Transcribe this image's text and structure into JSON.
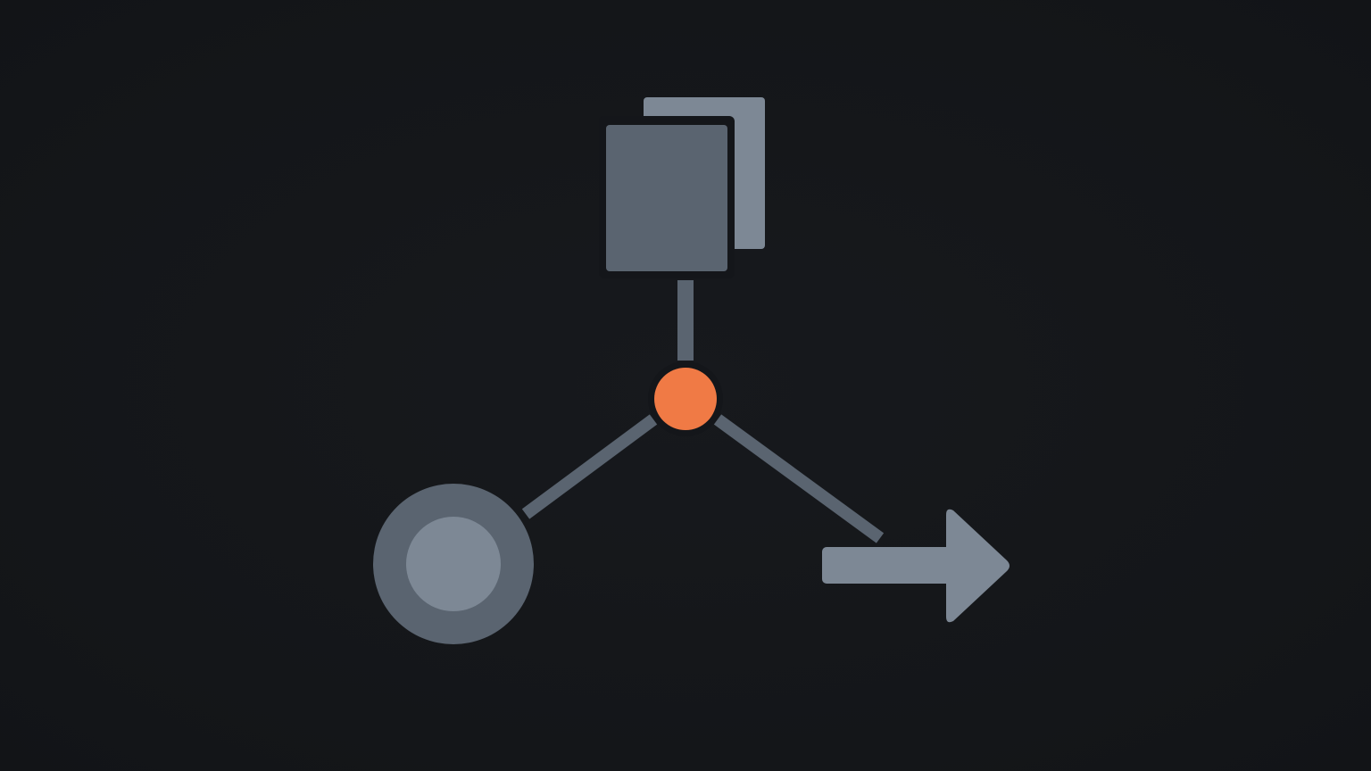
{
  "diagram": {
    "background_color": "#14161a",
    "nodes": [
      {
        "id": "documents",
        "icon": "stacked-documents-icon",
        "colors": {
          "front": "#5a6470",
          "back": "#7d8895"
        }
      },
      {
        "id": "hub",
        "icon": "hub-node-icon",
        "colors": {
          "fill": "#f07a45"
        }
      },
      {
        "id": "ring",
        "icon": "ring-circle-icon",
        "colors": {
          "outer": "#5a6470",
          "inner": "#7d8895"
        }
      },
      {
        "id": "output",
        "icon": "right-arrow-icon",
        "colors": {
          "fill": "#7d8895"
        }
      }
    ],
    "connectors": [
      {
        "from": "documents",
        "to": "hub",
        "color": "#5a6470"
      },
      {
        "from": "hub",
        "to": "ring",
        "color": "#5a6470"
      },
      {
        "from": "hub",
        "to": "output",
        "color": "#5a6470"
      }
    ]
  }
}
